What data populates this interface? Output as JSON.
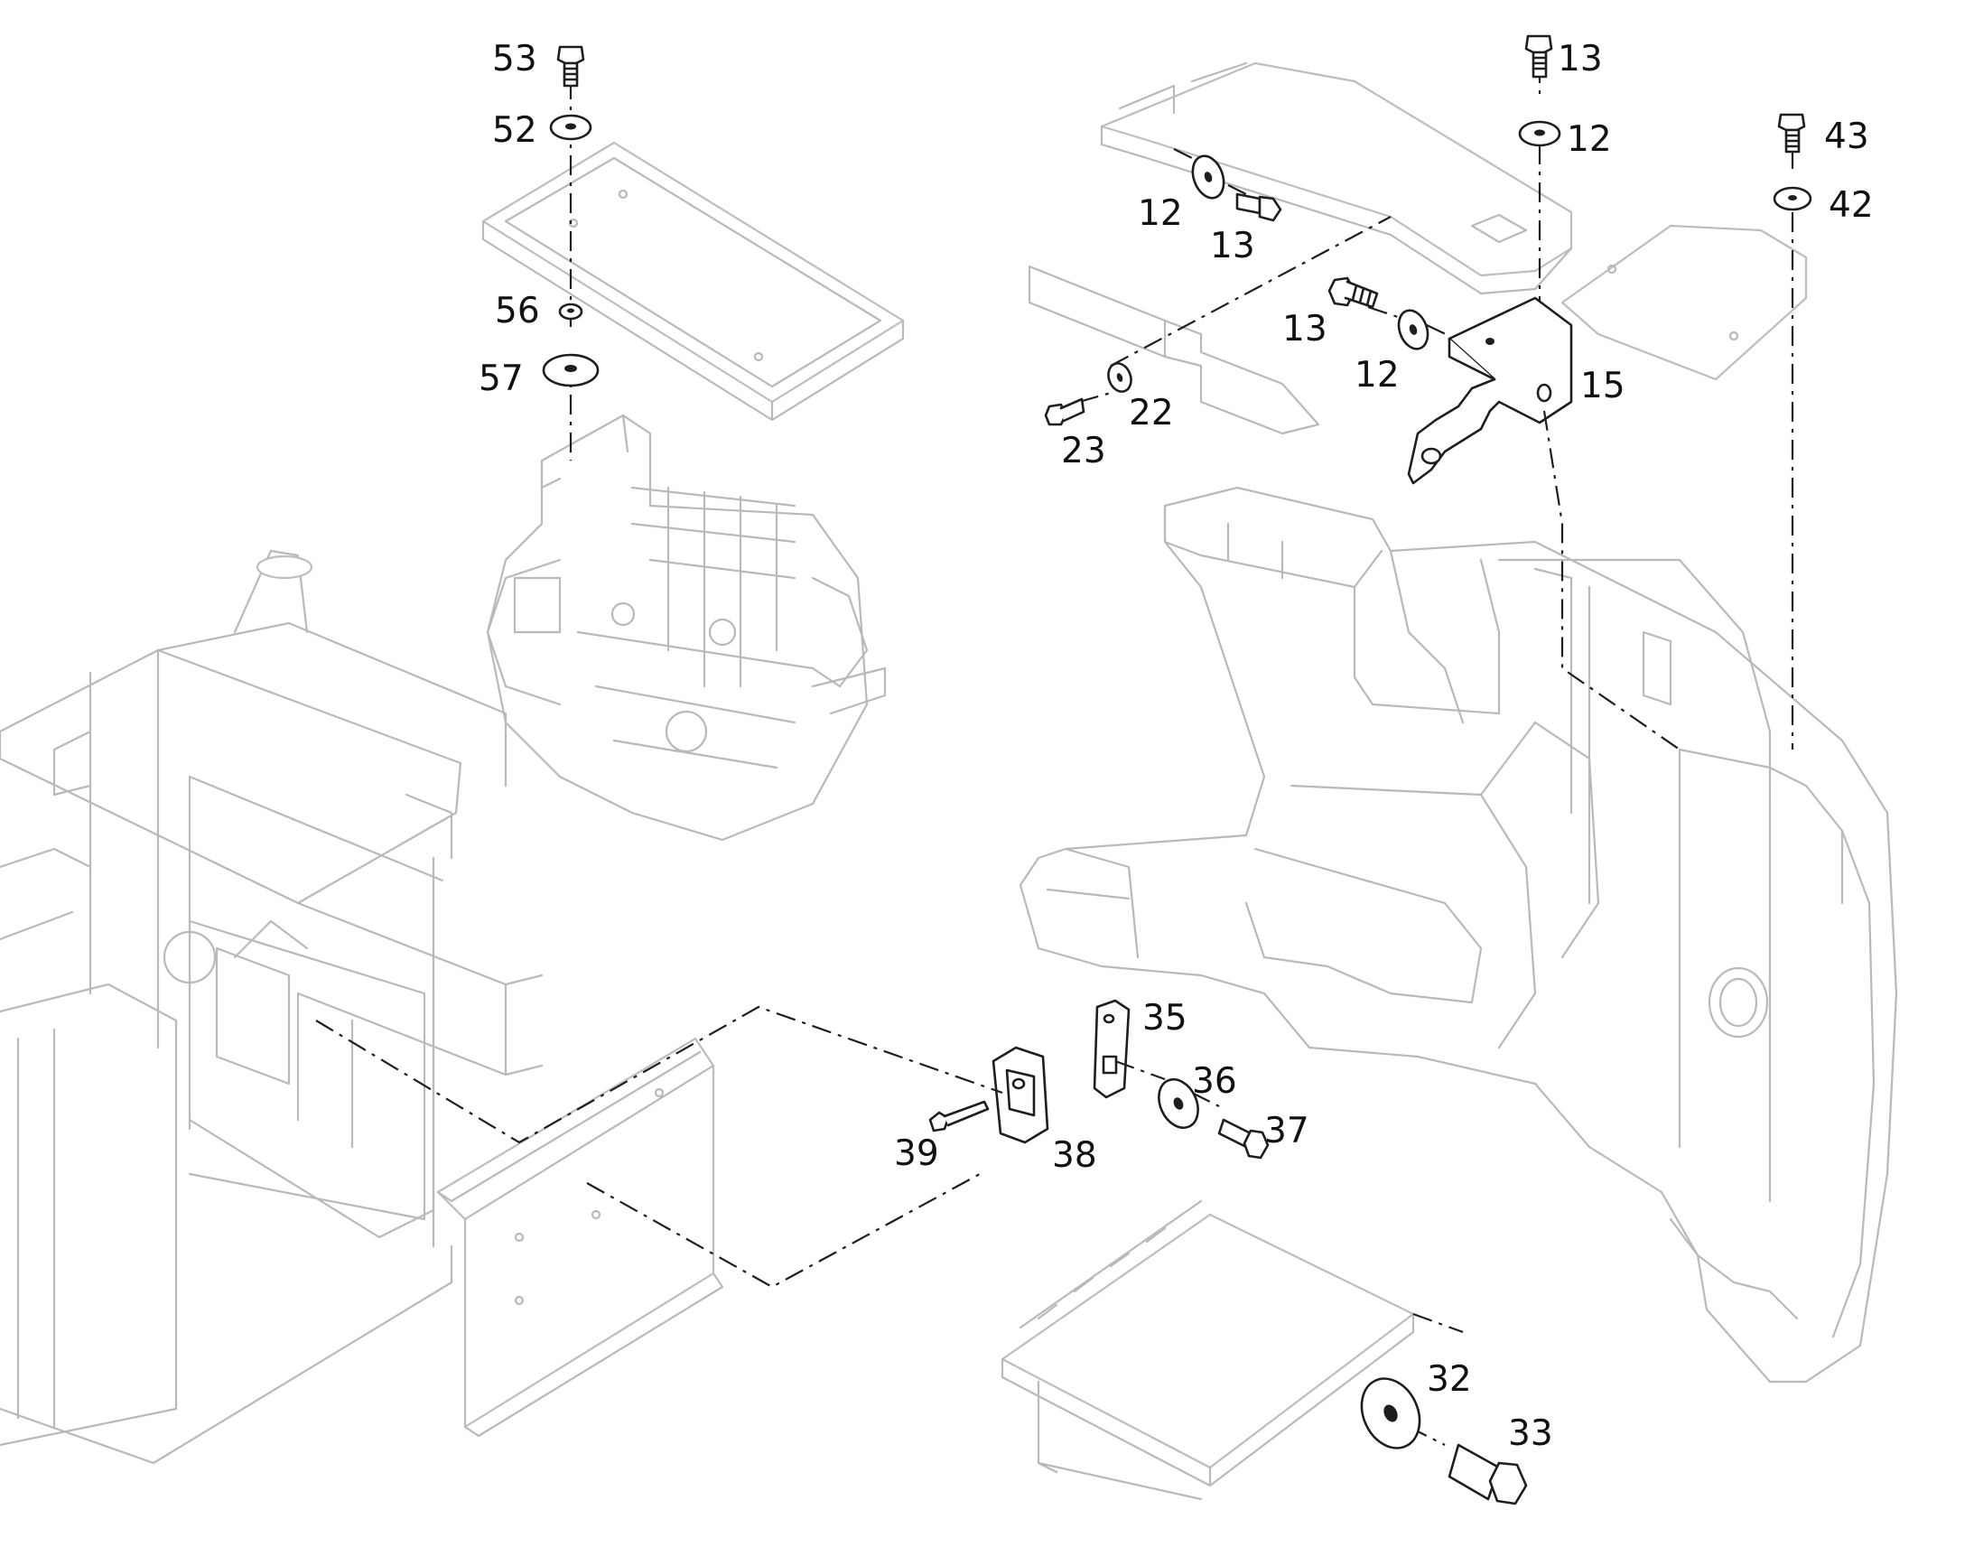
{
  "callouts": [
    "53",
    "52",
    "56",
    "57",
    "13",
    "12",
    "12",
    "13",
    "13",
    "12",
    "15",
    "22",
    "23",
    "43",
    "42",
    "35",
    "36",
    "37",
    "39",
    "38",
    "32",
    "33"
  ]
}
